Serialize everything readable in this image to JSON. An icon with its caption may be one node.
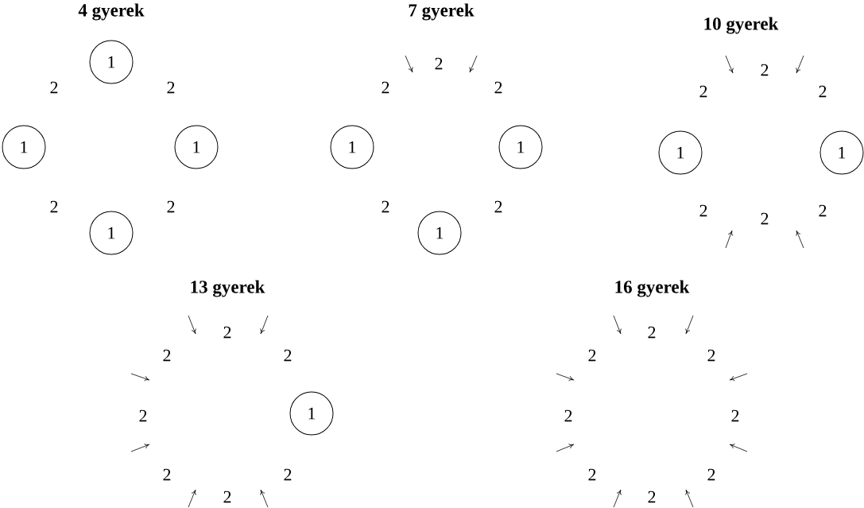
{
  "diagram": {
    "nodes": [
      {
        "text": [
          "1"
        ]
      },
      {
        "text": [
          "1"
        ]
      },
      {
        "text": [
          "1"
        ]
      },
      {
        "text": [
          "1"
        ]
      },
      {
        "text": [
          "1"
        ]
      },
      {
        "text": [
          "1"
        ]
      },
      {
        "text": [
          "1"
        ]
      },
      {
        "text": [
          "1"
        ]
      },
      {
        "text": [
          "1"
        ]
      },
      {
        "text": [
          "1"
        ]
      }
    ],
    "labels": [
      "4 gyerek",
      "2",
      "2",
      "2",
      "2",
      "7 gyerek",
      "2",
      "2",
      "2",
      "2",
      "2",
      "10 gyerek",
      "2",
      "2",
      "2",
      "2",
      "2",
      "2",
      "13 gyerek",
      "2",
      "2",
      "2",
      "2",
      "2",
      "2",
      "2",
      "16 gyerek",
      "2",
      "2",
      "2",
      "2",
      "2",
      "2",
      "2",
      "2"
    ]
  }
}
